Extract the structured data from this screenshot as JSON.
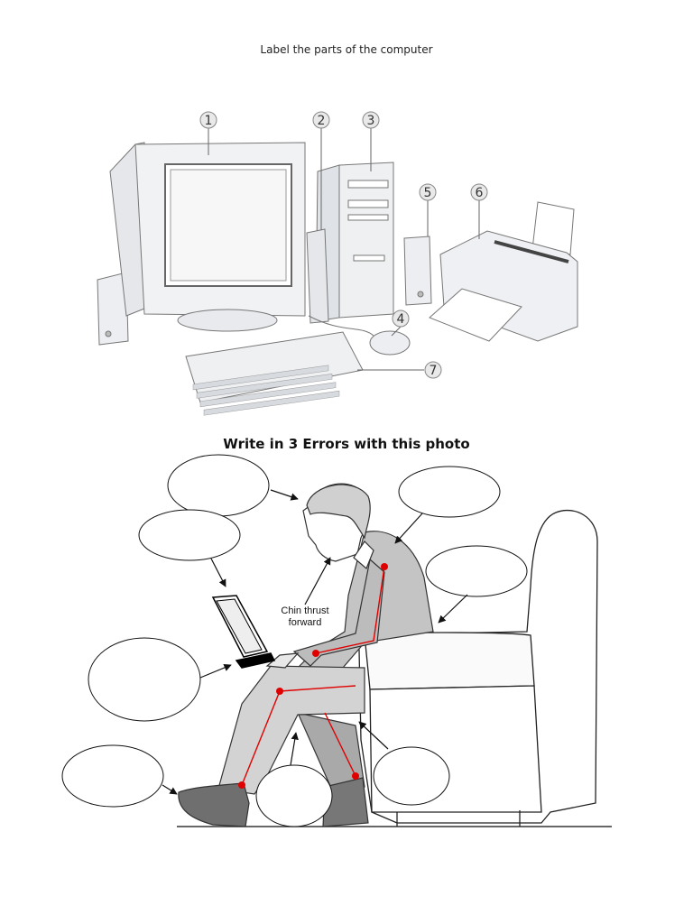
{
  "header": {
    "title": "Label the parts of the computer"
  },
  "computer_figure": {
    "callouts": [
      "1",
      "2",
      "3",
      "4",
      "5",
      "6",
      "7"
    ]
  },
  "posture_section": {
    "title": "Write in 3 Errors with this photo",
    "annotation": [
      "Chin thrust",
      "forward"
    ]
  }
}
